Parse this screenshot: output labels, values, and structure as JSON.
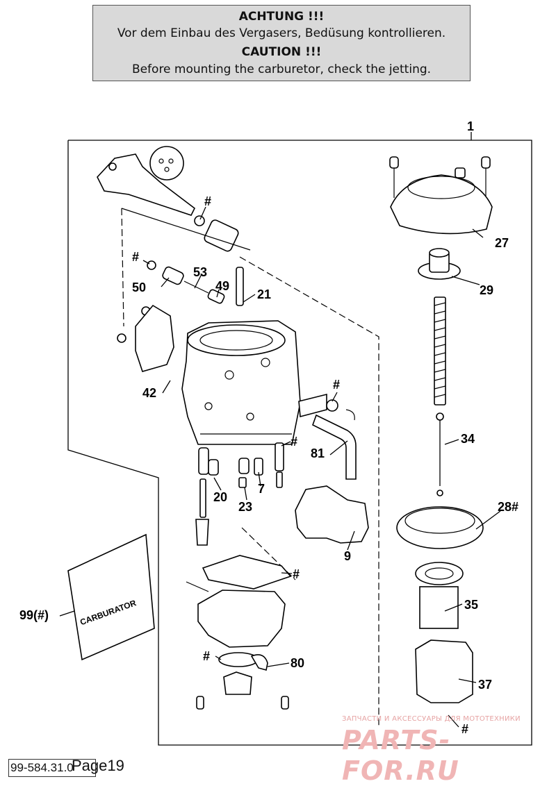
{
  "notice": {
    "heading_de": "ACHTUNG !!!",
    "text_de": "Vor dem Einbau des Vergasers, Bedüsung kontrollieren.",
    "heading_en": "CAUTION !!!",
    "text_en": "Before mounting the carburetor, check the jetting."
  },
  "labels": {
    "assembly": "1",
    "p27": "27",
    "p29": "29",
    "p34": "34",
    "p28": "28#",
    "p35": "35",
    "p37": "37",
    "p53": "53",
    "p49": "49",
    "p50": "50",
    "p21": "21",
    "p42": "42",
    "p81": "81",
    "p20": "20",
    "p23": "23",
    "p7": "7",
    "p9": "9",
    "p99": "99(#)",
    "p80": "80",
    "hash": "#"
  },
  "kit_label": "CARBURATOR",
  "footer": {
    "code": "99-584.31.0",
    "page": "Page19"
  },
  "watermark": {
    "tagline": "ЗАПЧАСТИ И АКСЕССУАРЫ ДЛЯ МОТОТЕХНИКИ",
    "logo": "PARTS-FOR.RU"
  }
}
